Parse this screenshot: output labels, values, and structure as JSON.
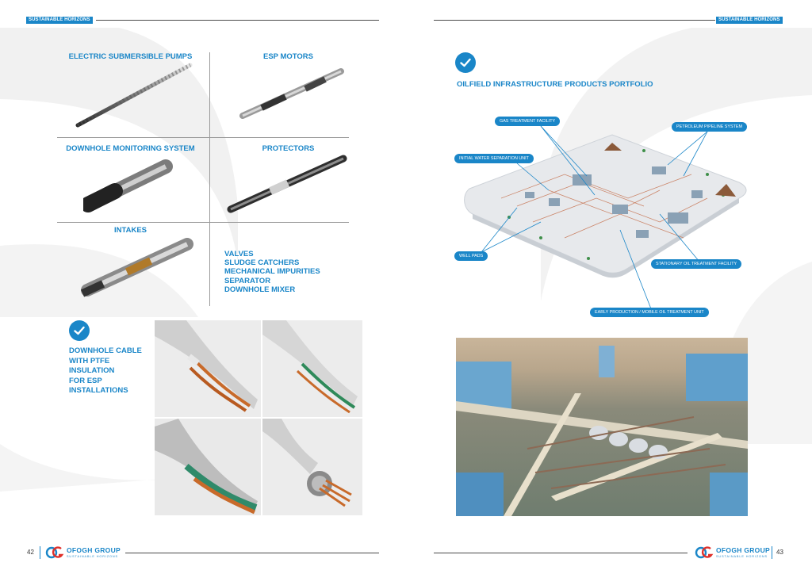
{
  "header": {
    "tag_left": "SUSTAINABLE HORIZONS",
    "tag_right": "SUSTAINABLE HORIZONS"
  },
  "left_page": {
    "products": {
      "esp": "ELECTRIC SUBMERSIBLE PUMPS",
      "motors": "ESP MOTORS",
      "monitoring": "DOWNHOLE MONITORING SYSTEM",
      "protectors": "PROTECTORS",
      "intakes": "INTAKES"
    },
    "other_products": [
      "VALVES",
      "SLUDGE CATCHERS",
      "MECHANICAL IMPURITIES",
      "SEPARATOR",
      "DOWNHOLE MIXER"
    ],
    "cable_title": [
      "DOWNHOLE CABLE",
      "WITH PTFE",
      "INSULATION",
      "FOR ESP",
      "INSTALLATIONS"
    ]
  },
  "right_page": {
    "portfolio_title": "OILFIELD INFRASTRUCTURE PRODUCTS PORTFOLIO",
    "callouts": {
      "gas": "GAS TREATMENT FACILITY",
      "pipeline": "PETROLEUM PIPELINE SYSTEM",
      "water": "INITIAL WATER SEPARATION UNIT",
      "wellpads": "WELL PADS",
      "stationary": "STATIONARY OIL TREATMENT FACILITY",
      "early": "EARLY PRODUCTION / MOBILE OIL TREATMENT UNIT"
    }
  },
  "footer": {
    "page_left": "42",
    "page_right": "43",
    "logo_name": "OFOGH GROUP",
    "logo_tagline": "SUSTAINABLE HORIZONS"
  },
  "colors": {
    "brand_blue": "#1a86c8",
    "rule_gray": "#9a9a9a"
  }
}
